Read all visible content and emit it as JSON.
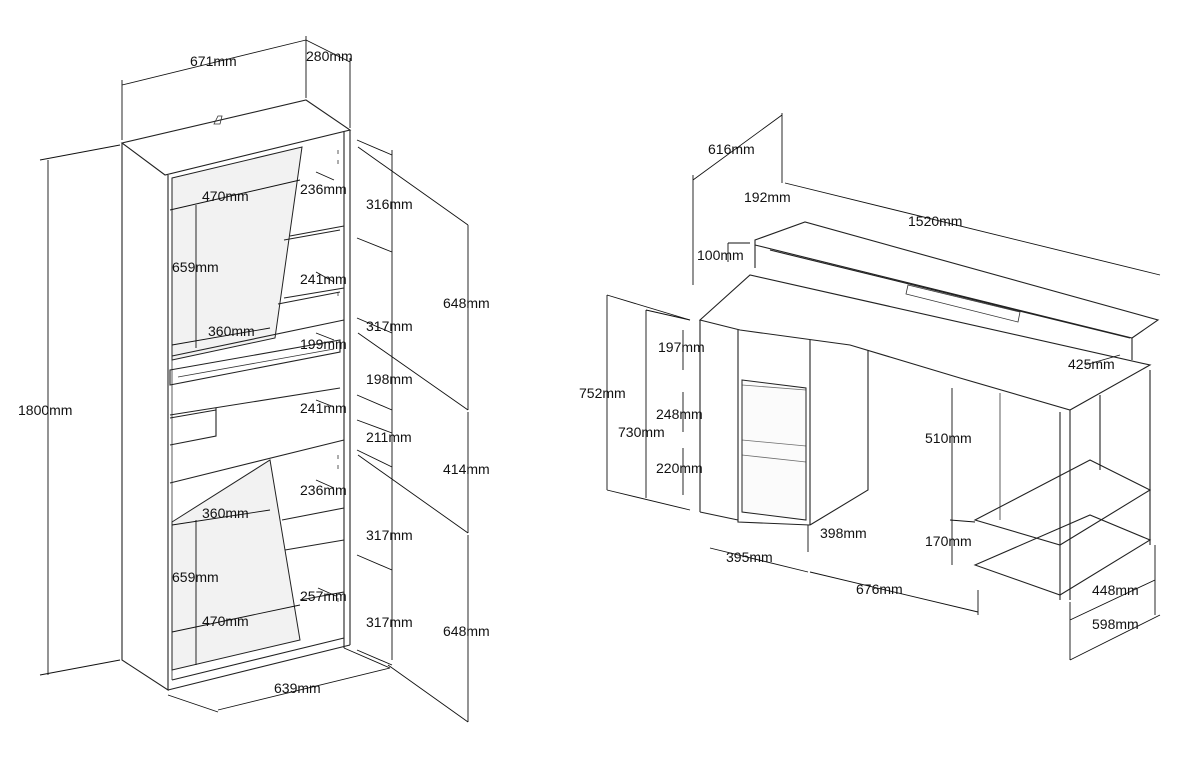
{
  "bookcase": {
    "dimensions": {
      "width": "671mm",
      "depth": "280mm",
      "height": "1800mm",
      "door_width_top": "470mm",
      "door_height_top": "659mm",
      "door_open_top": "360mm",
      "door_width_bottom": "470mm",
      "door_height_bottom": "659mm",
      "door_open_bottom": "360mm",
      "shelf_1": "236mm",
      "shelf_2": "241mm",
      "shelf_3": "199mm",
      "shelf_4": "241mm",
      "shelf_5": "236mm",
      "shelf_6": "257mm",
      "gap_1": "316mm",
      "gap_2": "317mm",
      "gap_3": "198mm",
      "gap_4": "211mm",
      "gap_5": "317mm",
      "gap_6": "317mm",
      "section_top": "648mm",
      "section_mid": "414mm",
      "section_bottom": "648mm",
      "base_width": "639mm"
    }
  },
  "desk": {
    "dimensions": {
      "depth": "616mm",
      "shelf_height": "192mm",
      "width": "1520mm",
      "shelf_depth": "100mm",
      "side_shelf": "425mm",
      "total_height": "752mm",
      "desk_height": "730mm",
      "drawer_top": "197mm",
      "drawer_mid": "248mm",
      "drawer_bottom": "220mm",
      "leg_height": "510mm",
      "lower_shelf": "170mm",
      "cabinet_depth": "398mm",
      "cabinet_width": "395mm",
      "knee_width": "676mm",
      "side_depth": "448mm",
      "base_depth": "598mm"
    }
  }
}
